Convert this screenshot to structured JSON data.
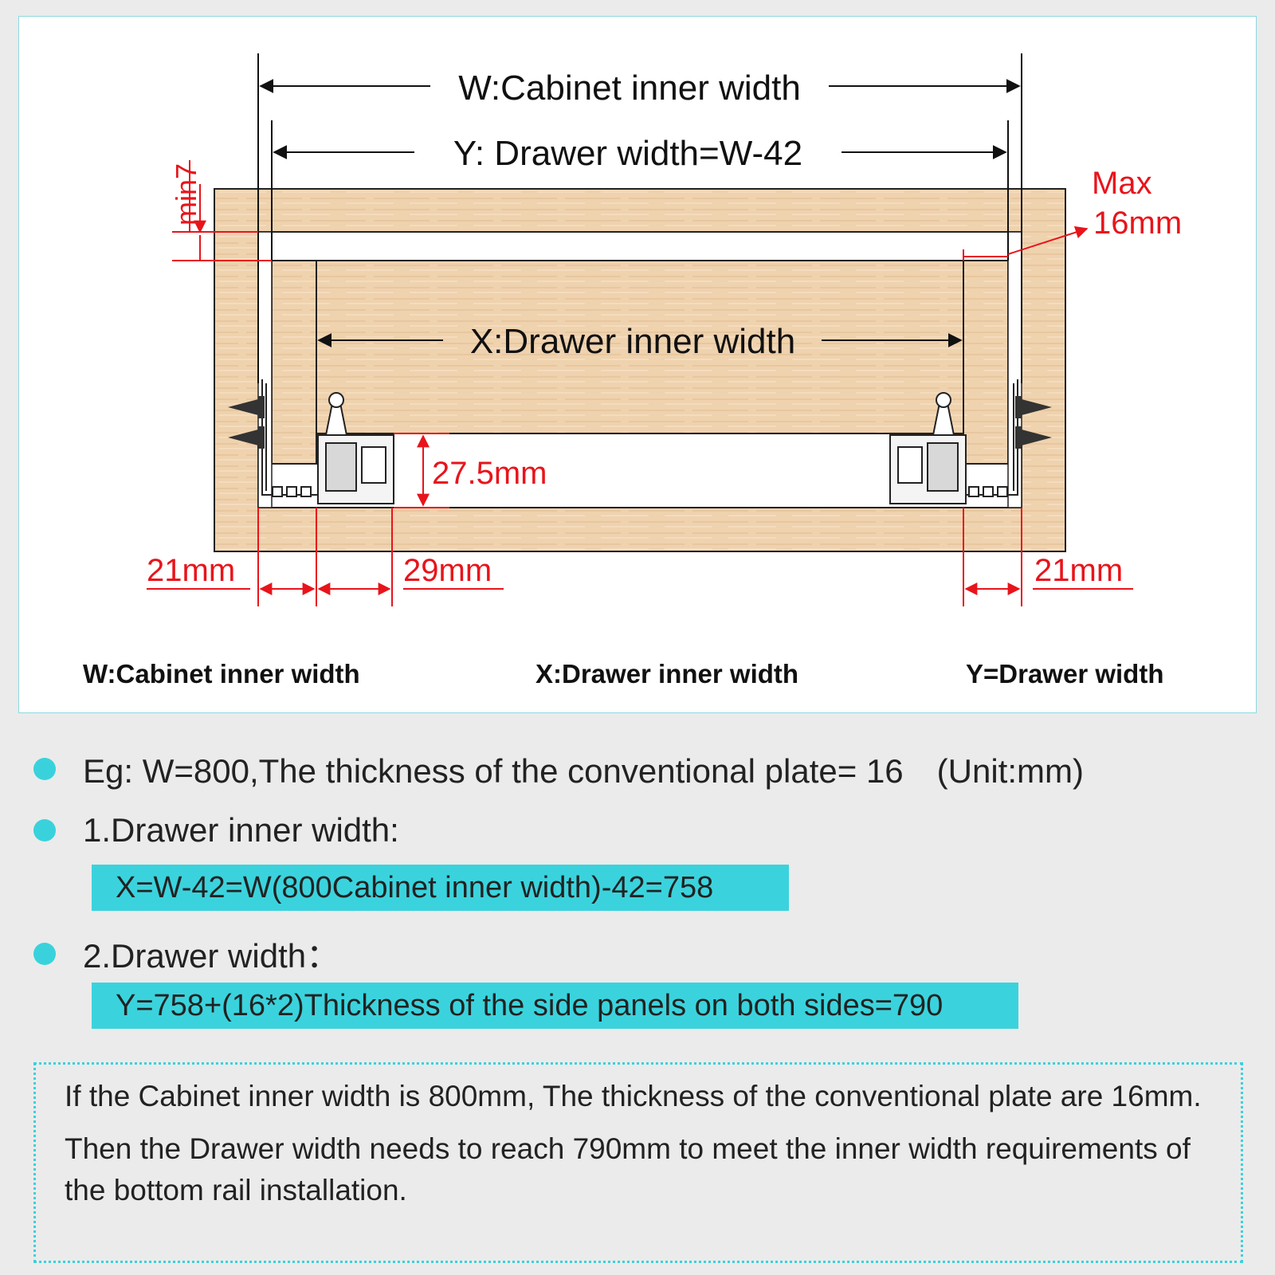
{
  "diagram": {
    "top_label_w": "W:Cabinet inner width",
    "top_label_y": "Y:  Drawer width=W-42",
    "mid_label_x": "X:Drawer inner width",
    "max_label_line1": "Max",
    "max_label_line2": "16mm",
    "min_label": "min7",
    "height_label": "27.5mm",
    "left_21": "21mm",
    "mid_29": "29mm",
    "right_21": "21mm"
  },
  "legend": {
    "w": "W:Cabinet inner width",
    "x": "X:Drawer inner width",
    "y": "Y=Drawer width"
  },
  "example": {
    "intro": "Eg: W=800,The thickness of the conventional plate= 16　(Unit:mm)",
    "step1_title": "1.Drawer inner width:",
    "step1_formula": "X=W-42=W(800Cabinet inner width)-42=758",
    "step2_title": "2.Drawer width：",
    "step2_formula": "Y=758+(16*2)Thickness of the side panels on both sides=790"
  },
  "note": {
    "para1": "If the Cabinet inner width is 800mm, The thickness of the conventional plate are 16mm.",
    "para2": "Then the Drawer width needs to reach 790mm to meet the inner width requirements of the bottom rail installation."
  },
  "colors": {
    "accent_cyan": "#39d2dc",
    "dimension_red": "#e8141b",
    "wood": "#efd2ae"
  }
}
